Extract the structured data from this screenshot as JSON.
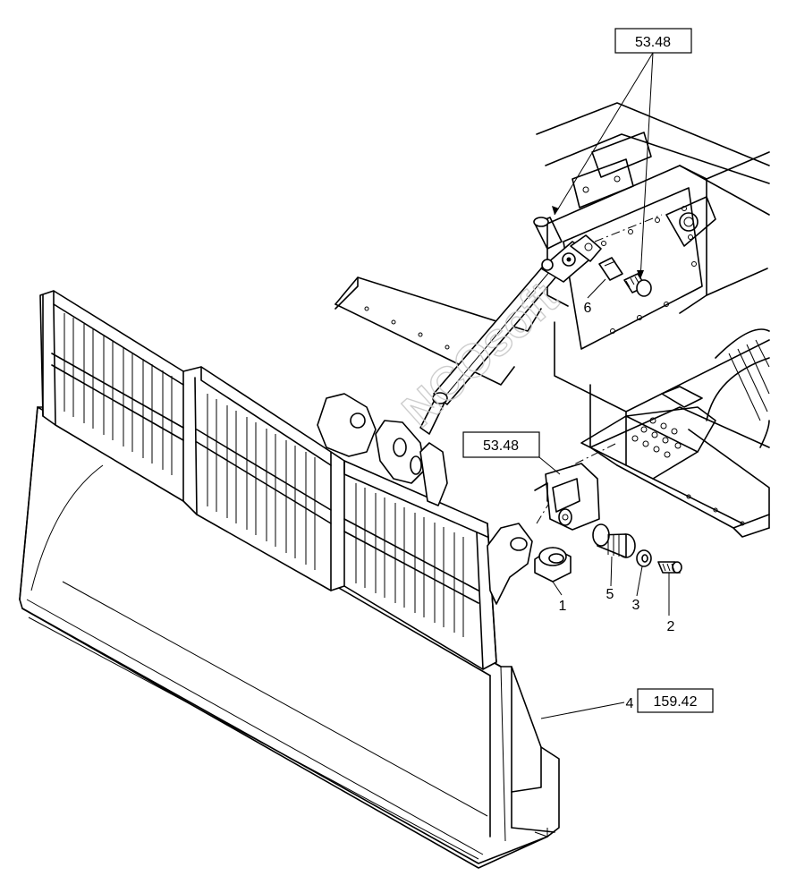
{
  "references": [
    {
      "id": "ref-top",
      "label": "53.48"
    },
    {
      "id": "ref-mid",
      "label": "53.48"
    },
    {
      "id": "ref-bucket",
      "label": "159.42"
    }
  ],
  "callouts": [
    "1",
    "2",
    "3",
    "4",
    "5",
    "6"
  ],
  "watermark": "NCOsoft",
  "colors": {
    "line": "#000000",
    "background": "#ffffff",
    "watermark": "#c8c8c8"
  }
}
